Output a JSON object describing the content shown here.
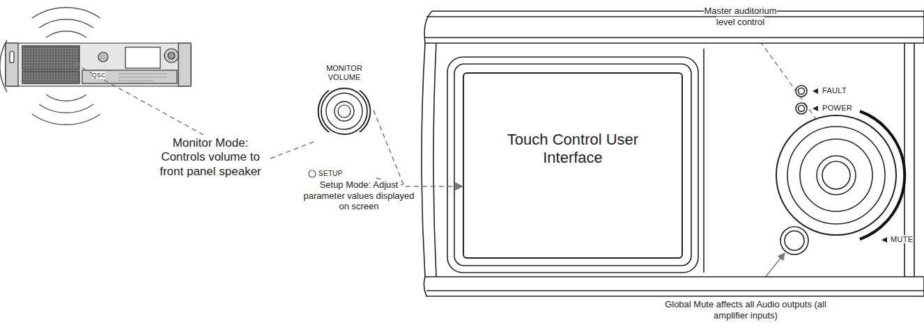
{
  "diagram": {
    "nodes": [
      {
        "text": [
          "MONITOR VOLUME"
        ]
      },
      {
        "text": [
          "Touch Control User Interface"
        ]
      }
    ],
    "edges": [
      {
        "from": 0,
        "to": 1,
        "arrow": "to"
      }
    ],
    "labels": [
      "Master auditorium level control",
      "FAULT",
      "POWER",
      "MUTE",
      "SETUP",
      "Monitor Mode: Controls volume to front panel speaker",
      "Setup Mode: Adjust parameter values displayed on screen",
      "Global Mute affects all Audio outputs (all amplifier inputs)",
      "QSC"
    ]
  }
}
